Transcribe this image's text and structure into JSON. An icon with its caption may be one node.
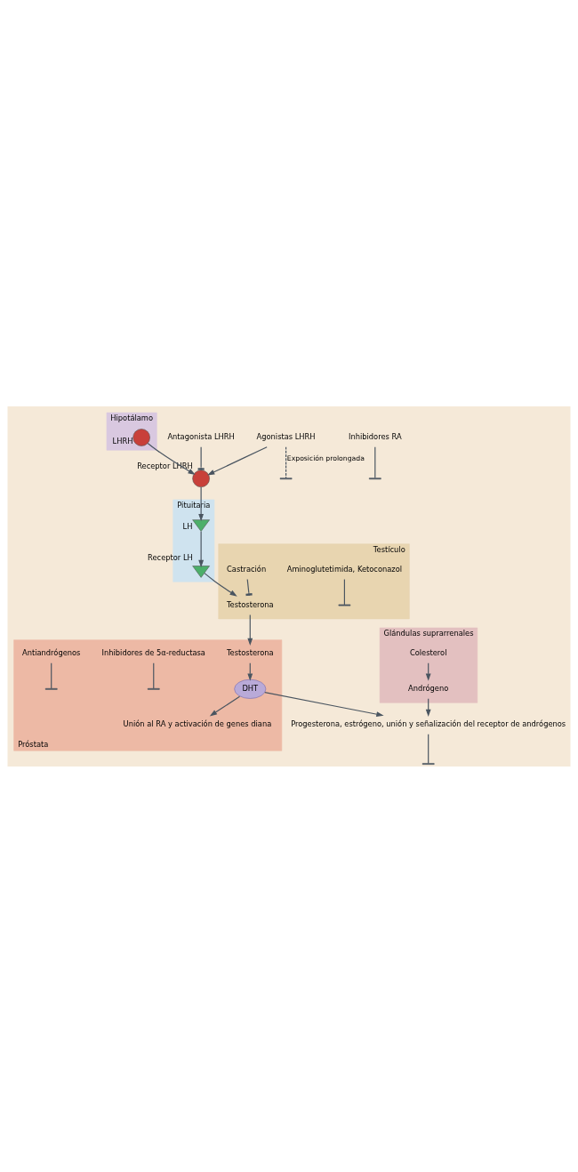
{
  "diagram": {
    "nodes": [
      {
        "text": [
          "Hipotálamo"
        ]
      },
      {
        "text": [],
        "shape": "circle",
        "beside": [
          "LHRH"
        ],
        "in": 0
      },
      {
        "text": [
          "Progesterona, estrógeno, unión y señalización del receptor de andrógenos"
        ]
      },
      {
        "text": [
          "Inhibidores RA"
        ]
      },
      {
        "text": [
          "Agonistas LHRH"
        ]
      },
      {
        "text": [],
        "shape": "circle",
        "beside": [
          "Receptor LHRH"
        ]
      },
      {
        "text": [
          "Antagonista LHRH"
        ]
      },
      {
        "text": [
          "Pituitaria"
        ]
      },
      {
        "text": [],
        "shape": "triangle",
        "beside": [
          "LH"
        ],
        "in": 7
      },
      {
        "text": [],
        "shape": "triangle",
        "beside": [
          "Receptor LH"
        ],
        "in": 7
      },
      {
        "text": [
          "Testículo"
        ]
      },
      {
        "text": [
          "Castración"
        ],
        "in": 10
      },
      {
        "text": [
          "Testosterona"
        ],
        "in": 10
      },
      {
        "text": [
          "Aminoglutetimida, Ketoconazol"
        ],
        "in": 10
      },
      {
        "text": [
          "Glándulas suprarrenales"
        ]
      },
      {
        "text": [
          "Colesterol"
        ],
        "in": 14
      },
      {
        "text": [
          "Andrógeno"
        ],
        "in": 14
      },
      {
        "text": [
          "Próstata"
        ]
      },
      {
        "text": [
          "Testosterona"
        ],
        "in": 17
      },
      {
        "text": [
          "DHT"
        ],
        "in": 17
      },
      {
        "text": [
          "Unión al RA y activación de genes diana"
        ],
        "in": 17
      },
      {
        "text": [
          "Inhibidores de 5α-reductasa"
        ],
        "in": 17
      },
      {
        "text": [
          "Antiandrógenos"
        ],
        "in": 17
      }
    ],
    "edges": [
      {
        "from": 1,
        "to": 5,
        "arrow": "to"
      },
      {
        "from": 2,
        "to": null,
        "arrow": "other"
      },
      {
        "from": 3,
        "to": null,
        "arrow": "other"
      },
      {
        "from": 4,
        "to": 5,
        "arrow": "to"
      },
      {
        "from": 6,
        "to": 5,
        "arrow": "other"
      },
      {
        "from": 4,
        "to": null,
        "arrow": "other",
        "style": "dashed",
        "label": "Exposición prolongada"
      },
      {
        "from": 5,
        "to": 8,
        "arrow": "to"
      },
      {
        "from": 8,
        "to": 9,
        "arrow": "to"
      },
      {
        "from": 9,
        "to": 12,
        "arrow": "to"
      },
      {
        "from": 11,
        "to": 12,
        "arrow": "other"
      },
      {
        "from": 12,
        "to": 18,
        "arrow": "to"
      },
      {
        "from": 15,
        "to": 16,
        "arrow": "to"
      },
      {
        "from": 13,
        "to": null,
        "arrow": "other"
      },
      {
        "from": 16,
        "to": 2,
        "arrow": "to"
      },
      {
        "from": 19,
        "to": 2,
        "arrow": "to"
      },
      {
        "from": 18,
        "to": 19,
        "arrow": "to"
      },
      {
        "from": 19,
        "to": 20,
        "arrow": "to"
      },
      {
        "from": 21,
        "to": null,
        "arrow": "other"
      },
      {
        "from": 22,
        "to": null,
        "arrow": "other"
      }
    ]
  }
}
